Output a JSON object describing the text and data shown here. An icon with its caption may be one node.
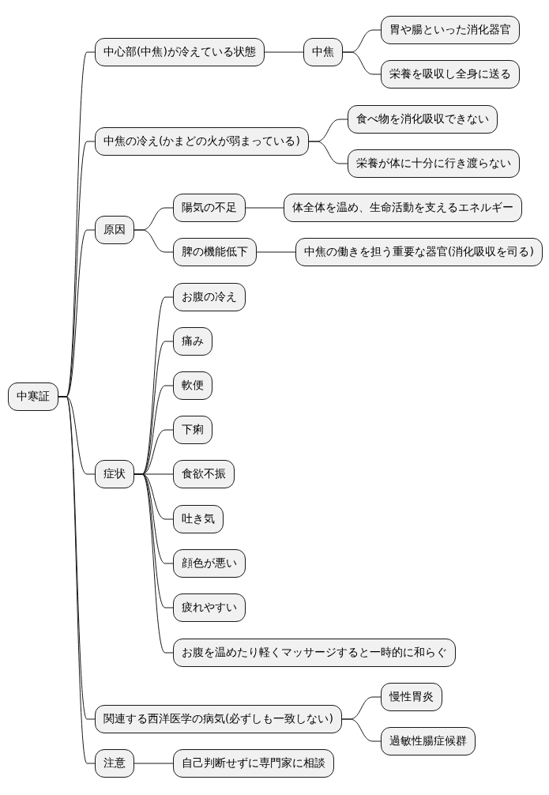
{
  "diagram": {
    "nodes": [
      {
        "text": [
          "中寒証"
        ]
      },
      {
        "text": [
          "中心部(中焦)が冷えている状態"
        ]
      },
      {
        "text": [
          "中焦"
        ]
      },
      {
        "text": [
          "胃や腸といった消化器官"
        ]
      },
      {
        "text": [
          "栄養を吸収し全身に送る"
        ]
      },
      {
        "text": [
          "中焦の冷え(かまどの火が弱まっている)"
        ]
      },
      {
        "text": [
          "食べ物を消化吸収できない"
        ]
      },
      {
        "text": [
          "栄養が体に十分に行き渡らない"
        ]
      },
      {
        "text": [
          "原因"
        ]
      },
      {
        "text": [
          "陽気の不足"
        ]
      },
      {
        "text": [
          "体全体を温め、生命活動を支えるエネルギー"
        ]
      },
      {
        "text": [
          "脾の機能低下"
        ]
      },
      {
        "text": [
          "中焦の働きを担う重要な器官(消化吸収を司る)"
        ]
      },
      {
        "text": [
          "症状"
        ]
      },
      {
        "text": [
          "お腹の冷え"
        ]
      },
      {
        "text": [
          "痛み"
        ]
      },
      {
        "text": [
          "軟便"
        ]
      },
      {
        "text": [
          "下痢"
        ]
      },
      {
        "text": [
          "食欲不振"
        ]
      },
      {
        "text": [
          "吐き気"
        ]
      },
      {
        "text": [
          "顔色が悪い"
        ]
      },
      {
        "text": [
          "疲れやすい"
        ]
      },
      {
        "text": [
          "お腹を温めたり軽くマッサージすると一時的に和らぐ"
        ]
      },
      {
        "text": [
          "関連する西洋医学の病気(必ずしも一致しない)"
        ]
      },
      {
        "text": [
          "慢性胃炎"
        ]
      },
      {
        "text": [
          "過敏性腸症候群"
        ]
      },
      {
        "text": [
          "注意"
        ]
      },
      {
        "text": [
          "自己判断せずに専門家に相談"
        ]
      }
    ],
    "edges": [
      {
        "from": 0,
        "to": 1,
        "arrow": "none"
      },
      {
        "from": 1,
        "to": 2,
        "arrow": "none"
      },
      {
        "from": 2,
        "to": 3,
        "arrow": "none"
      },
      {
        "from": 2,
        "to": 4,
        "arrow": "none"
      },
      {
        "from": 0,
        "to": 5,
        "arrow": "none"
      },
      {
        "from": 5,
        "to": 6,
        "arrow": "none"
      },
      {
        "from": 5,
        "to": 7,
        "arrow": "none"
      },
      {
        "from": 0,
        "to": 8,
        "arrow": "none"
      },
      {
        "from": 8,
        "to": 9,
        "arrow": "none"
      },
      {
        "from": 9,
        "to": 10,
        "arrow": "none"
      },
      {
        "from": 8,
        "to": 11,
        "arrow": "none"
      },
      {
        "from": 11,
        "to": 12,
        "arrow": "none"
      },
      {
        "from": 0,
        "to": 13,
        "arrow": "none"
      },
      {
        "from": 13,
        "to": 14,
        "arrow": "none"
      },
      {
        "from": 13,
        "to": 15,
        "arrow": "none"
      },
      {
        "from": 13,
        "to": 16,
        "arrow": "none"
      },
      {
        "from": 13,
        "to": 17,
        "arrow": "none"
      },
      {
        "from": 13,
        "to": 18,
        "arrow": "none"
      },
      {
        "from": 13,
        "to": 19,
        "arrow": "none"
      },
      {
        "from": 13,
        "to": 20,
        "arrow": "none"
      },
      {
        "from": 13,
        "to": 21,
        "arrow": "none"
      },
      {
        "from": 13,
        "to": 22,
        "arrow": "none"
      },
      {
        "from": 0,
        "to": 23,
        "arrow": "none"
      },
      {
        "from": 23,
        "to": 24,
        "arrow": "none"
      },
      {
        "from": 23,
        "to": 25,
        "arrow": "none"
      },
      {
        "from": 0,
        "to": 26,
        "arrow": "none"
      },
      {
        "from": 26,
        "to": 27,
        "arrow": "none"
      }
    ]
  }
}
